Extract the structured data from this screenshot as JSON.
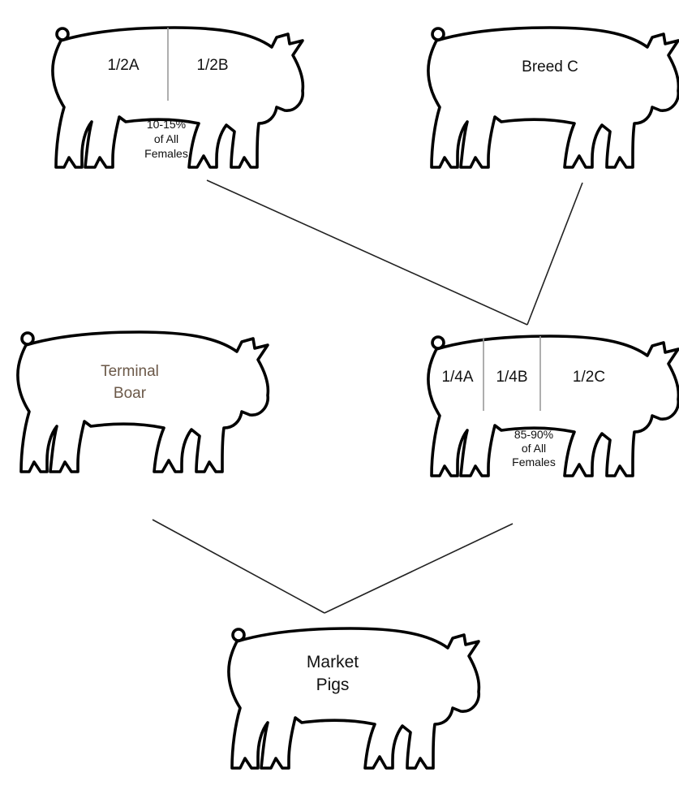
{
  "pigs": {
    "parent_ab": {
      "segments": [
        "1/2A",
        "1/2B"
      ],
      "share_line1": "10-15%",
      "share_line2": "of All",
      "share_line3": "Females"
    },
    "breed_c": {
      "label": "Breed C"
    },
    "terminal_boar": {
      "line1": "Terminal",
      "line2": "Boar"
    },
    "crossbred_female": {
      "segments": [
        "1/4A",
        "1/4B",
        "1/2C"
      ],
      "share_line1": "85-90%",
      "share_line2": "of All",
      "share_line3": "Females"
    },
    "market_pigs": {
      "line1": "Market",
      "line2": "Pigs"
    }
  },
  "colors": {
    "outline": "#000000",
    "divider": "#9a9a9a",
    "terminal_label": "#6b5848"
  }
}
